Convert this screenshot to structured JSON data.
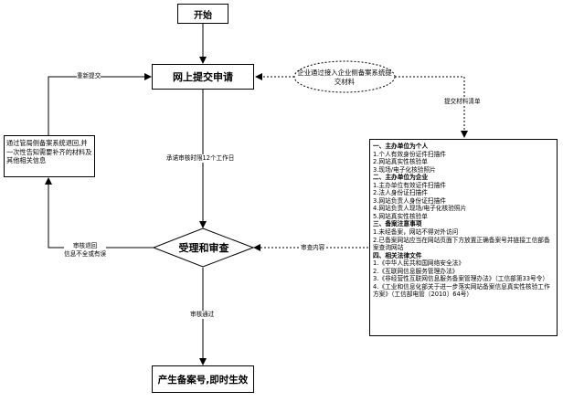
{
  "nodes": {
    "start": "开始",
    "submit": "网上提交申请",
    "review": "受理和审查",
    "result": "产生备案号,即时生效",
    "left_box": "通过管局侧备案系统退回,并一次性告知需要补齐的材料及其他相关信息",
    "ellipse": "企业通过接入企业侧备案系统提交材料"
  },
  "edges": {
    "resubmit": "重新提交",
    "promise": "承诺审核时限12个工作日",
    "returned_line1": "审核退回",
    "returned_line2": "信息不全或有误",
    "passed": "审核通过",
    "materials_list": "提交材料清单",
    "review_content": "审查内容"
  },
  "info": {
    "sections": [
      {
        "heading": "一、主办单位为个人",
        "items": [
          "1.个人有效身份证件扫描件",
          "2.网站真实性核验单",
          "3.现场/电子化核验照片"
        ]
      },
      {
        "heading": "二、主办单位为企业",
        "items": [
          "1.主办单位有效证件扫描件",
          "2.法人身份证扫描件",
          "3.网站负责人身份证扫描件",
          "4.网站负责人现场/电子化核验照片",
          "5.网站真实性核验单"
        ]
      },
      {
        "heading": "三、备案注意事项",
        "items": [
          "1.未经备案，网站不得对外访问",
          "2.已备案网站应当在网站页面下方放置正确备案号并链接工信部备案查询网站"
        ]
      },
      {
        "heading": "四、相关法律文件",
        "items": [
          "1.《中华人民共和国网络安全法》",
          "2.《互联网信息服务管理办法》",
          "3.《非经营性互联网信息服务备案管理办法》（工信部第33号令）",
          "4.《工业和信息化部关于进一步落实网站备案信息真实性核验工作方案》（工信部电管〔2010〕64号）"
        ]
      }
    ]
  }
}
